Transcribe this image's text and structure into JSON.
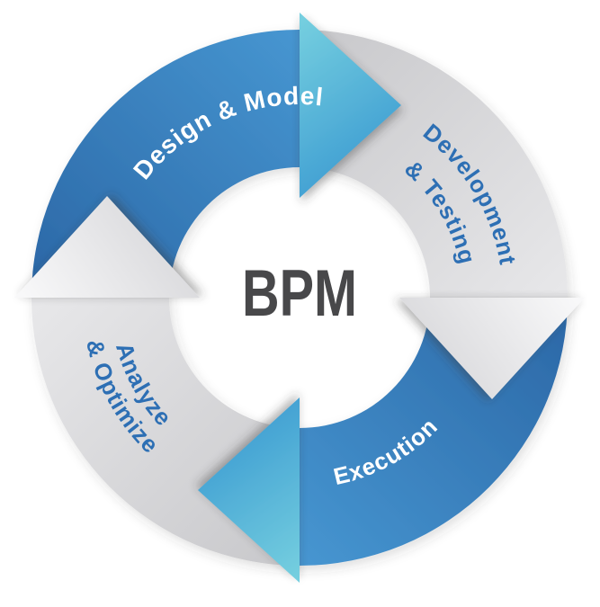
{
  "diagram": {
    "type": "cycle-diagram",
    "flow_direction": "clockwise",
    "center_label": "BPM",
    "center_label_color": "#48484a",
    "background_color": "#ffffff",
    "segments": [
      {
        "id": "design-model",
        "label": "Design & Model",
        "lines": [
          "Design & Model"
        ],
        "style": "blue",
        "label_color": "#ffffff"
      },
      {
        "id": "development-testing",
        "label": "Development & Testing",
        "lines": [
          "Development",
          "& Testing"
        ],
        "style": "gray",
        "label_color": "#2d6fb4"
      },
      {
        "id": "execution",
        "label": "Execution",
        "lines": [
          "Execution"
        ],
        "style": "blue",
        "label_color": "#ffffff"
      },
      {
        "id": "analyze-optimize",
        "label": "Analyze & Optimize",
        "lines": [
          "Analyze",
          "& Optimize"
        ],
        "style": "gray",
        "label_color": "#2d6fb4"
      }
    ],
    "colors": {
      "blue_body_start": "#2b67a6",
      "blue_body_end": "#4695d0",
      "blue_head_start": "#74cedf",
      "blue_head_end": "#3a99d1",
      "gray_body_start": "#c8c8cb",
      "gray_body_end": "#e7e7e9",
      "gray_head_start": "#f8f8f9",
      "gray_head_end": "#d6d6d9",
      "shadow": "#3a3a3a"
    }
  }
}
